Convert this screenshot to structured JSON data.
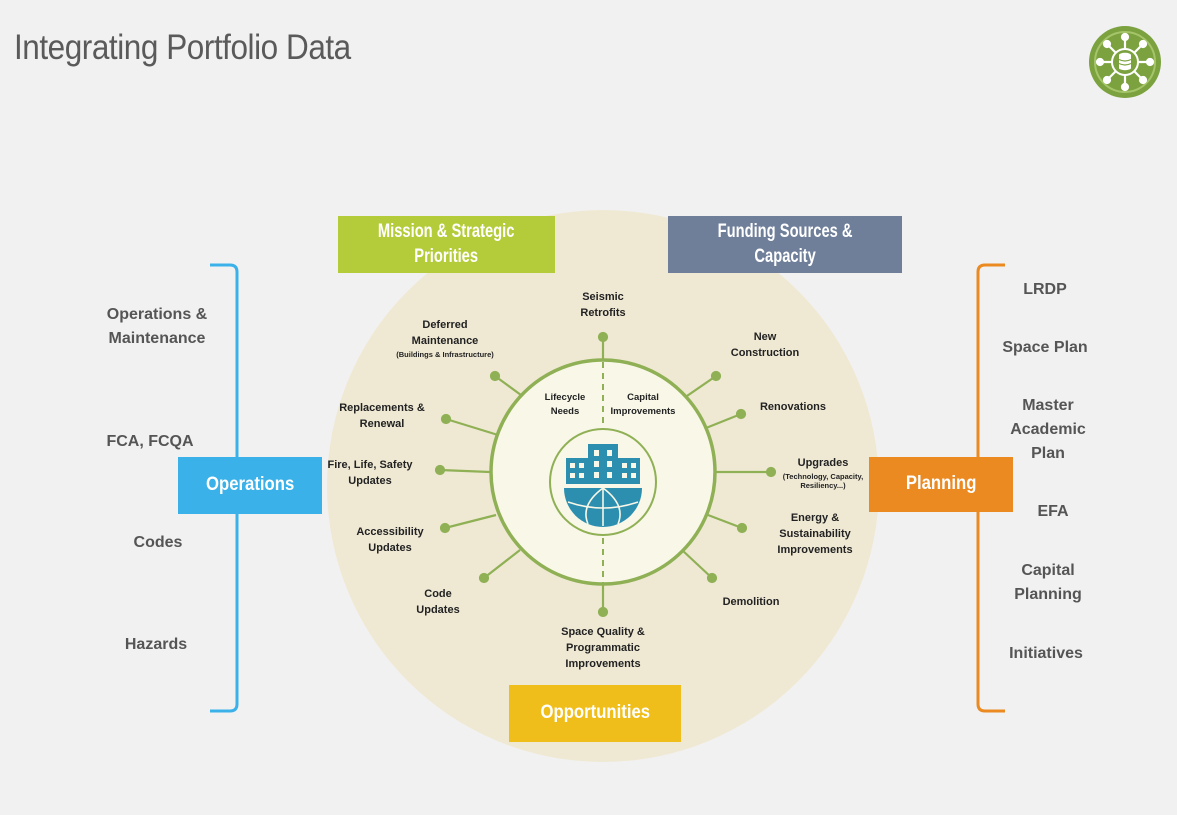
{
  "title": "Integrating Portfolio Data",
  "logo": {
    "icon": "database-network-icon",
    "color": "#7ba23f"
  },
  "colors": {
    "mission": "#b5cc3a",
    "funding": "#6f7f9a",
    "operations": "#3ab1e9",
    "planning": "#ec8a22",
    "opportunities": "#f0be1a",
    "circle_bg": "#efe9d4",
    "inner_bg": "#f8f7e8",
    "green": "#7ea93b",
    "building": "#2c8fb0"
  },
  "top_boxes": {
    "mission": {
      "line1": "Mission & Strategic",
      "line2": "Priorities"
    },
    "funding": {
      "line1": "Funding Sources &",
      "line2": "Capacity"
    }
  },
  "operations": {
    "label": "Operations",
    "items": [
      {
        "line1": "Operations &",
        "line2": "Maintenance"
      },
      {
        "line1": "FCA, FCQA",
        "line2": ""
      },
      {
        "line1": "Codes",
        "line2": ""
      },
      {
        "line1": "Hazards",
        "line2": ""
      }
    ]
  },
  "planning": {
    "label": "Planning",
    "items": [
      {
        "line1": "LRDP",
        "line2": "",
        "line3": ""
      },
      {
        "line1": "Space Plan",
        "line2": "",
        "line3": ""
      },
      {
        "line1": "Master",
        "line2": "Academic",
        "line3": "Plan"
      },
      {
        "line1": "EFA",
        "line2": "",
        "line3": ""
      },
      {
        "line1": "Capital",
        "line2": "Planning",
        "line3": ""
      },
      {
        "line1": "Initiatives",
        "line2": "",
        "line3": ""
      }
    ]
  },
  "opportunities": {
    "label": "Opportunities"
  },
  "inner": {
    "left": {
      "line1": "Lifecycle",
      "line2": "Needs"
    },
    "right": {
      "line1": "Capital",
      "line2": "Improvements"
    }
  },
  "spokes": {
    "seismic": {
      "line1": "Seismic",
      "line2": "Retrofits"
    },
    "deferred": {
      "line1": "Deferred",
      "line2": "Maintenance",
      "note": "(Buildings & Infrastructure)"
    },
    "new_construction": {
      "line1": "New",
      "line2": "Construction"
    },
    "replacements": {
      "line1": "Replacements &",
      "line2": "Renewal"
    },
    "renovations": {
      "line1": "Renovations"
    },
    "fire": {
      "line1": "Fire, Life, Safety",
      "line2": "Updates"
    },
    "upgrades": {
      "line1": "Upgrades",
      "note1": "(Technology, Capacity,",
      "note2": "Resiliency...)"
    },
    "accessibility": {
      "line1": "Accessibility",
      "line2": "Updates"
    },
    "energy": {
      "line1": "Energy &",
      "line2": "Sustainability",
      "line3": "Improvements"
    },
    "code_updates": {
      "line1": "Code",
      "line2": "Updates"
    },
    "demolition": {
      "line1": "Demolition"
    },
    "space_quality": {
      "line1": "Space Quality &",
      "line2": "Programmatic",
      "line3": "Improvements"
    }
  }
}
